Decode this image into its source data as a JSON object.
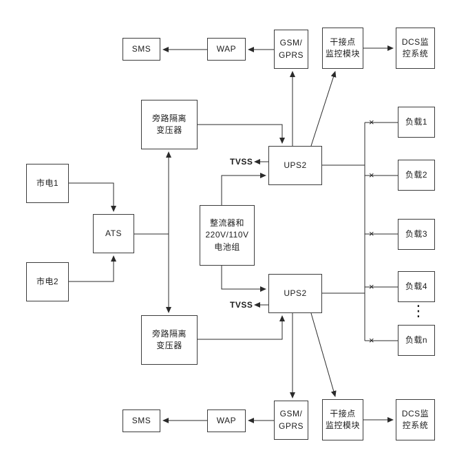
{
  "diagram": {
    "switch_symbol": "×",
    "nodes": {
      "sms_top": {
        "label": "SMS"
      },
      "wap_top": {
        "label": "WAP"
      },
      "gsm_top": {
        "label": "GSM/\nGPRS"
      },
      "dry_contact_top": {
        "label": "干接点\n监控模块"
      },
      "dcs_top": {
        "label": "DCS监\n控系统"
      },
      "mains1": {
        "label": "市电1"
      },
      "mains2": {
        "label": "市电2"
      },
      "ats": {
        "label": "ATS"
      },
      "bypass_top": {
        "label": "旁路隔离\n变压器"
      },
      "bypass_bottom": {
        "label": "旁路隔离\n变压器"
      },
      "rectifier": {
        "label": "整流器和\n220V/110V\n电池组"
      },
      "ups_top": {
        "label": "UPS2"
      },
      "ups_bottom": {
        "label": "UPS2"
      },
      "tvss_top": {
        "label": "TVSS"
      },
      "tvss_bottom": {
        "label": "TVSS"
      },
      "load1": {
        "label": "负载1"
      },
      "load2": {
        "label": "负载2"
      },
      "load3": {
        "label": "负载3"
      },
      "load4": {
        "label": "负载4"
      },
      "load_n": {
        "label": "负载n"
      },
      "loads_ellipsis": {
        "label": "⋮"
      },
      "sms_bottom": {
        "label": "SMS"
      },
      "wap_bottom": {
        "label": "WAP"
      },
      "gsm_bottom": {
        "label": "GSM/\nGPRS"
      },
      "dry_contact_bottom": {
        "label": "干接点\n监控模块"
      },
      "dcs_bottom": {
        "label": "DCS监\n控系统"
      }
    }
  }
}
